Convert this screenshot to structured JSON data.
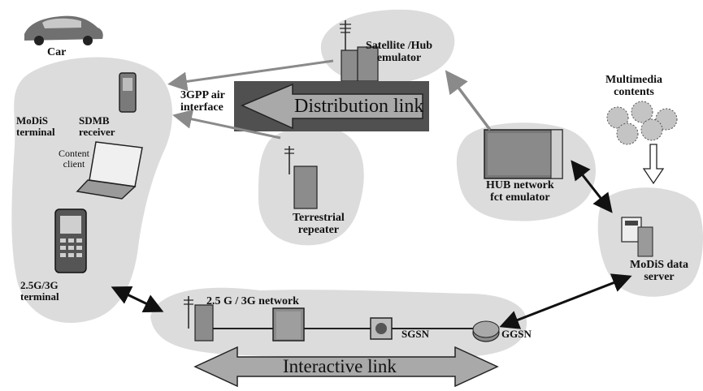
{
  "labels": {
    "car": "Car",
    "sdmb_receiver": [
      "SDMB",
      "receiver"
    ],
    "modis_terminal": [
      "MoDiS",
      "terminal"
    ],
    "content_client": [
      "Content",
      "client"
    ],
    "terminal_25g3g": [
      "2.5G/3G",
      "terminal"
    ],
    "air_interface": [
      "3GPP air",
      "interface"
    ],
    "satellite_hub": [
      "Satellite /Hub",
      "emulator"
    ],
    "terrestrial_repeater": [
      "Terrestrial",
      "repeater"
    ],
    "multimedia_contents": [
      "Multimedia",
      "contents"
    ],
    "hub_network": [
      "HUB network",
      "fct emulator"
    ],
    "modis_data_server": [
      "MoDiS data",
      "server"
    ],
    "network_25g3g": "2.5 G / 3G network",
    "sgsn": "SGSN",
    "ggsn": "GGSN"
  },
  "links": {
    "distribution": "Distribution link",
    "interactive": "Interactive link"
  },
  "colors": {
    "cloud": "#d9d9d9",
    "device": "#8c8c8c",
    "arrow_gray": "#9a9a9a",
    "banner_fill": "#a9a9a9",
    "banner_dark": "#4a4a4a"
  }
}
